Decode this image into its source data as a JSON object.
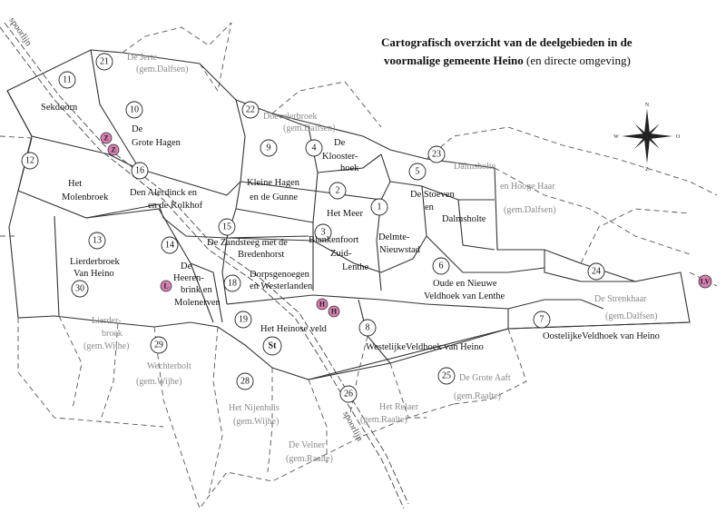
{
  "title": {
    "line1": "Cartografisch overzicht van de deelgebieden in de",
    "line2_bold": "voormalige gemeente Heino",
    "line2_rest": " (en directe omgeving)"
  },
  "compass": {
    "n": "N",
    "s": "Z",
    "w": "W",
    "e": "O"
  },
  "railway_label": "spoorlijn",
  "areas": [
    {
      "num": "1"
    },
    {
      "num": "2"
    },
    {
      "num": "3"
    },
    {
      "num": "4"
    },
    {
      "num": "5"
    },
    {
      "num": "6"
    },
    {
      "num": "7"
    },
    {
      "num": "8"
    },
    {
      "num": "9"
    },
    {
      "num": "10"
    },
    {
      "num": "11"
    },
    {
      "num": "12"
    },
    {
      "num": "13"
    },
    {
      "num": "14"
    },
    {
      "num": "15"
    },
    {
      "num": "16"
    },
    {
      "num": "18"
    },
    {
      "num": "19"
    },
    {
      "num": "21"
    },
    {
      "num": "22"
    },
    {
      "num": "23"
    },
    {
      "num": "24"
    },
    {
      "num": "25"
    },
    {
      "num": "26"
    },
    {
      "num": "28"
    },
    {
      "num": "29"
    },
    {
      "num": "30"
    }
  ],
  "names": {
    "sekdoorn": "Sekdoorn",
    "grote_hagen_1": "De",
    "grote_hagen_2": "Grote Hagen",
    "molenbroek_1": "Het",
    "molenbroek_2": "Molenbroek",
    "alerdinck_1": "Den Alerdinck en",
    "alerdinck_2": "en de Kolkhof",
    "kleine_hagen_1": "Kleine Hagen",
    "kleine_hagen_2": "en de Gunne",
    "kloosterhoek_1": "De",
    "kloosterhoek_2": "Klooster-",
    "kloosterhoek_3": "hoek",
    "stoeven_1": "De Stoeven",
    "stoeven_2": "en",
    "stoeven_3": "Dalmsholte",
    "meer": "Het Meer",
    "zandsteeg_1": "De Zandsteeg met de",
    "zandsteeg_2": "Bredenhorst",
    "lierderbroek_1": "Lierderbroek",
    "lierderbroek_2": "Van Heino",
    "heerenbrink_1": "De",
    "heerenbrink_2": "Heeren-",
    "heerenbrink_3": "brink en",
    "heerenbrink_4": "Molenerven",
    "dorpsgenoegen_1": "Dorpsgenoegen",
    "dorpsgenoegen_2": "en Westerlanden",
    "blankenfoort_1": "Blankenfoort",
    "blankenfoort_2": "Zuid-",
    "blankenfoort_3": "Lenthe",
    "delmte_1": "Delmte-",
    "delmte_2": "Nieuwstad",
    "oude_nieuwe_1": "Oude en Nieuwe",
    "oude_nieuwe_2": "Veldhoek van Lenthe",
    "heinose_veld": "Het Heinose veld",
    "westelijke": "WestelijkeVeldhoek van Heino",
    "oostelijke": "OostelijkeVeldhoek van Heino"
  },
  "outside": {
    "jerte_1": "De Jerte",
    "jerte_2": "(gem.Dalfsen)",
    "doevelerbroek_1": "Doevelerbroek",
    "doevelerbroek_2": "(gem.Dalfsen)",
    "dalmsholte_1": "Dalmsholte",
    "dalmsholte_2": "en Hooge Haar",
    "dalmsholte_3": "(gem.Dalfsen)",
    "strenkhaar_1": "De Strenkhaar",
    "strenkhaar_2": "(gem.Dalfsen)",
    "lierder_1": "Lierder-",
    "lierder_2": "broek",
    "lierder_3": "(gem.Wijhe)",
    "wechterholt_1": "Wechterholt",
    "wechterholt_2": "(gem.Wijhe)",
    "nijenhuis_1": "Het Nijenhuis",
    "nijenhuis_2": "(gem.Wijhe)",
    "velner_1": "De Velner",
    "velner_2": "(gem.Raalte)",
    "relaer_1": "Het Relaer",
    "relaer_2": "(gem.Raalte)",
    "grote_aaft_1": "De Grote Aaft",
    "grote_aaft_2": "(gem.Raalte)"
  },
  "markers": {
    "z1": "Z",
    "z2": "Z",
    "l": "L",
    "h1": "H",
    "h2": "H",
    "lv": "LV",
    "st": "St"
  },
  "colors": {
    "marker": "#d77fb0",
    "outside_text": "#8a8a8a"
  }
}
